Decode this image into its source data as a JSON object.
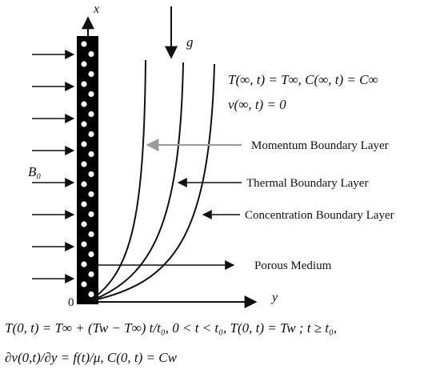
{
  "axes": {
    "x_label": "x",
    "y_label": "y",
    "origin_label": "0"
  },
  "field": {
    "gravity_label": "g",
    "magnetic_label": "B₀"
  },
  "boundary_conditions": {
    "far_line1": "T(∞, t) = T∞,  C(∞, t) = C∞",
    "far_line2": "v(∞, t) = 0",
    "wall_line1": "T(0, t) = T∞ + (Tw − T∞) t/t₀,  0 < t < t₀,  T(0, t) = Tw ;  t ≥ t₀,",
    "wall_line2": "∂v(0,t)/∂y = f(t)/μ,  C(0, t) = Cw"
  },
  "labels": {
    "momentum": "Momentum Boundary Layer",
    "thermal": "Thermal Boundary Layer",
    "concentration": "Concentration Boundary Layer",
    "porous": "Porous Medium"
  },
  "colors": {
    "plate": "#000000",
    "pores": "#ffffff",
    "pointer_arrow": "#9a9a9a",
    "ink": "#111111"
  }
}
